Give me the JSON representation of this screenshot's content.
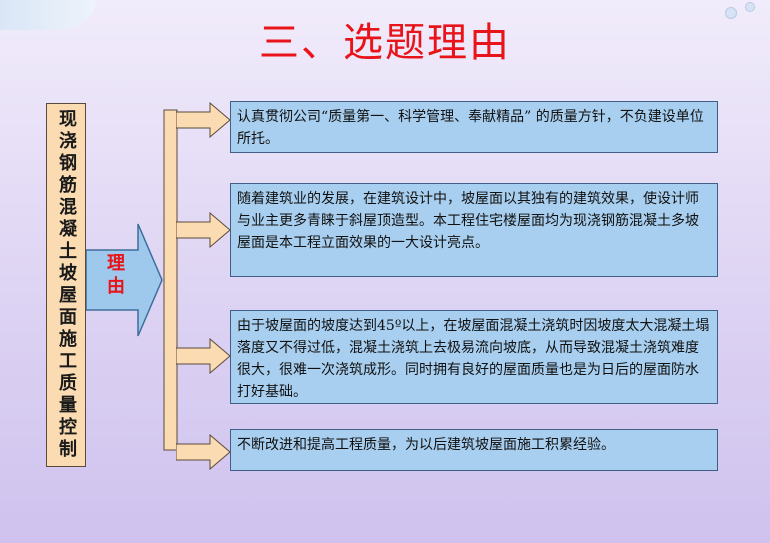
{
  "title": "三、选题理由",
  "left_box_text": "现浇钢筋混凝土坡屋面施工质量控制",
  "arrow_label": "理由",
  "reasons": [
    {
      "text": "认真贯彻公司“质量第一、科学管理、奉献精品” 的质量方针，不负建设单位所托。"
    },
    {
      "text": "随着建筑业的发展，在建筑设计中，坡屋面以其独有的建筑效果，使设计师与业主更多青睐于斜屋顶造型。本工程住宅楼屋面均为现浇钢筋混凝土多坡屋面是本工程立面效果的一大设计亮点。"
    },
    {
      "text": "由于坡屋面的坡度达到45º以上，在坡屋面混凝土浇筑时因坡度太大混凝土塌落度又不得过低，混凝土浇筑上去极易流向坡底，从而导致混凝土浇筑难度很大，很难一次浇筑成形。同时拥有良好的屋面质量也是为日后的屋面防水打好基础。"
    },
    {
      "text": "不断改进和提高工程质量，为以后建筑坡屋面施工积累经验。"
    }
  ],
  "colors": {
    "title": "#e8141a",
    "left_box_fill": "#fbdcb2",
    "arrow_fill": "#9ec9ec",
    "bracket_fill": "#fbdcb2",
    "reason_box_fill": "#a8cff0"
  }
}
